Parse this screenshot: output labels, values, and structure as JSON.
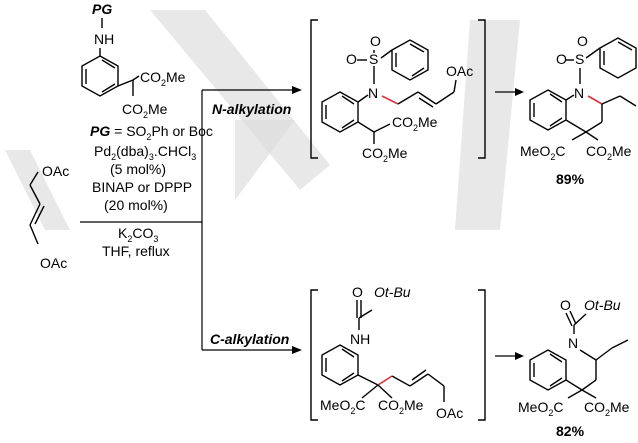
{
  "start": {
    "pg": "PG",
    "nh": "NH",
    "co2me_a": "CO",
    "co2me_a_sub": "2",
    "co2me_a_tail": "Me",
    "co2me_b": "CO",
    "co2me_b_sub": "2",
    "co2me_b_tail": "Me"
  },
  "conditions": {
    "pg_label": "PG",
    "pg_def": " = SO",
    "pg_def_sub": "2",
    "pg_def_tail": "Ph or Boc",
    "catalyst": "Pd",
    "catalyst_sub1": "2",
    "catalyst_mid": "(dba)",
    "catalyst_sub2": "3",
    "catalyst_tail": ".CHCl",
    "catalyst_sub3": "3",
    "catalyst_loading": "(5 mol%)",
    "ligand": "BINAP or DPPP",
    "ligand_loading": "(20 mol%)",
    "base": "K",
    "base_sub1": "2",
    "base_mid": "CO",
    "base_sub2": "3",
    "solvent": "THF, reflux"
  },
  "diene": {
    "oac_top": "OAc",
    "oac_bottom": "OAc"
  },
  "paths": {
    "n_label": "N-alkylation",
    "c_label": "C-alkylation"
  },
  "n_intermediate": {
    "o1": "O",
    "s": "S",
    "o2": "O",
    "n": "N",
    "oac": "OAc",
    "co2me_a": "CO",
    "co2me_a_sub": "2",
    "co2me_a_tail": "Me",
    "co2me_b": "CO",
    "co2me_b_sub": "2",
    "co2me_b_tail": "Me"
  },
  "n_product": {
    "o1": "O",
    "s": "S",
    "n": "N",
    "ester_left": "MeO",
    "ester_left_sub": "2",
    "ester_left_c": "C",
    "ester_right": "CO",
    "ester_right_sub": "2",
    "ester_right_tail": "Me",
    "yield": "89%"
  },
  "c_intermediate": {
    "o": "O",
    "ot_bu": "Ot-Bu",
    "nh": "NH",
    "ester_left": "MeO",
    "ester_left_sub": "2",
    "ester_left_c": "C",
    "ester_right": "CO",
    "ester_right_sub": "2",
    "ester_right_tail": "Me",
    "oac": "OAc"
  },
  "c_product": {
    "o": "O",
    "ot_bu": "Ot-Bu",
    "n": "N",
    "ester_left": "MeO",
    "ester_left_sub": "2",
    "ester_left_c": "C",
    "ester_right": "CO",
    "ester_right_sub": "2",
    "ester_right_tail": "Me",
    "yield": "82%"
  },
  "colors": {
    "new_bond": "#d8333b",
    "watermark": "#dcdcdc"
  }
}
